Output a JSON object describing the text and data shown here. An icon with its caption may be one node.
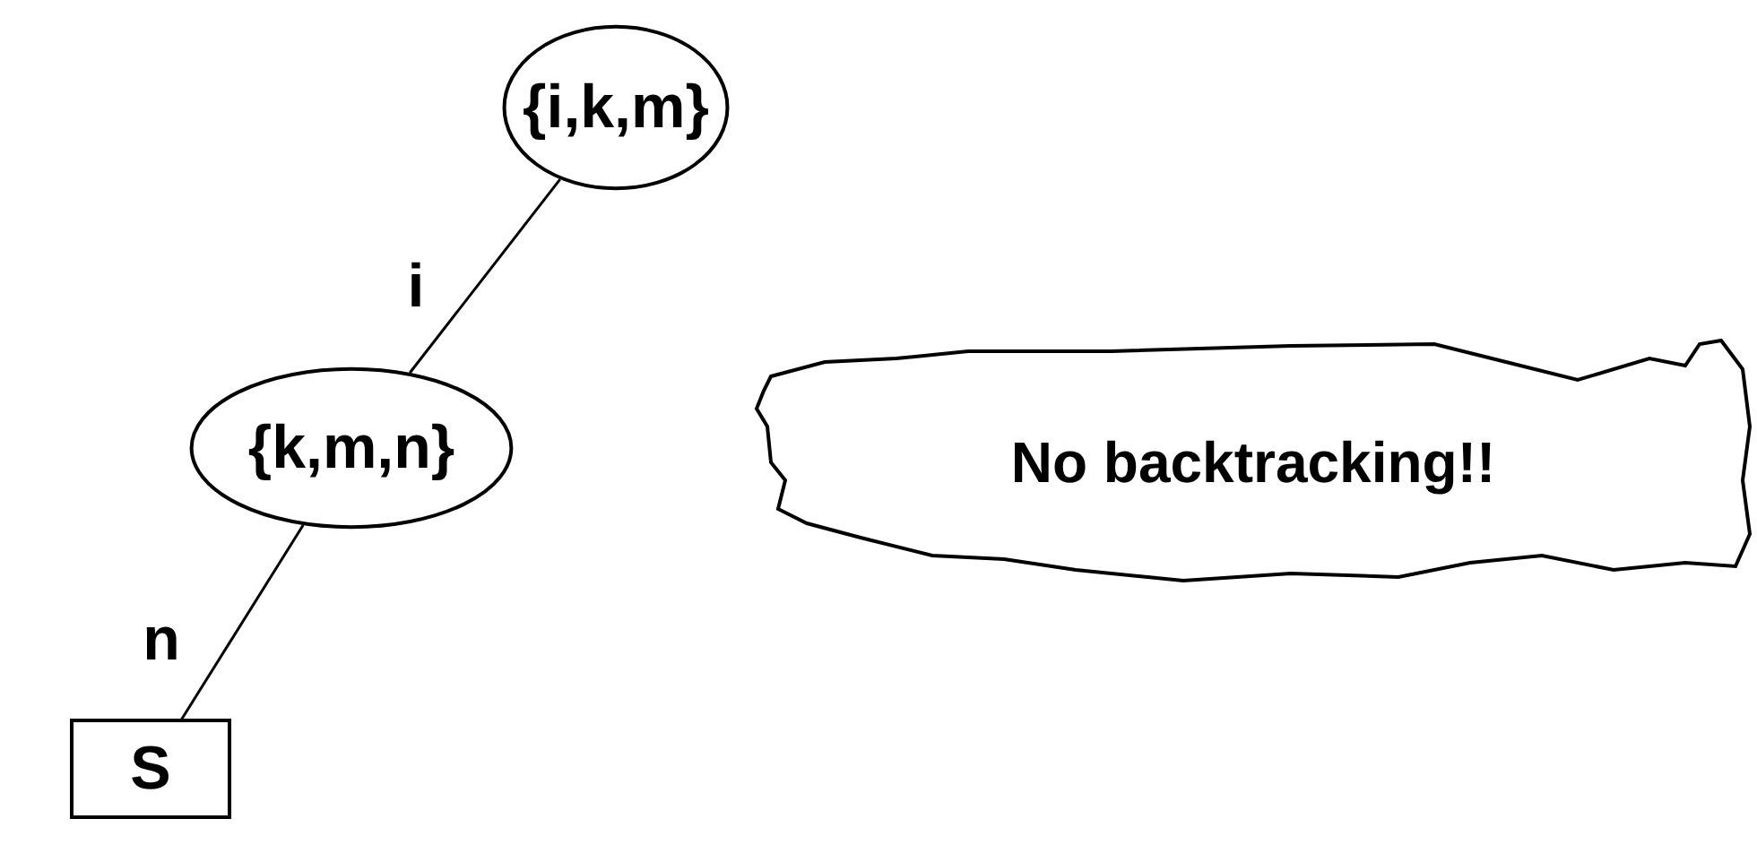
{
  "diagram": {
    "nodes": [
      {
        "text": [
          "{i,k,m}"
        ]
      },
      {
        "text": [
          "{k,m,n}"
        ]
      },
      {
        "text": [
          "S"
        ]
      },
      {
        "text": [
          "No backtracking!!"
        ]
      }
    ],
    "edges": [
      {
        "from": 0,
        "to": 1,
        "arrow": "none",
        "label": "i"
      },
      {
        "from": 1,
        "to": 2,
        "arrow": "none",
        "label": "n"
      }
    ]
  }
}
